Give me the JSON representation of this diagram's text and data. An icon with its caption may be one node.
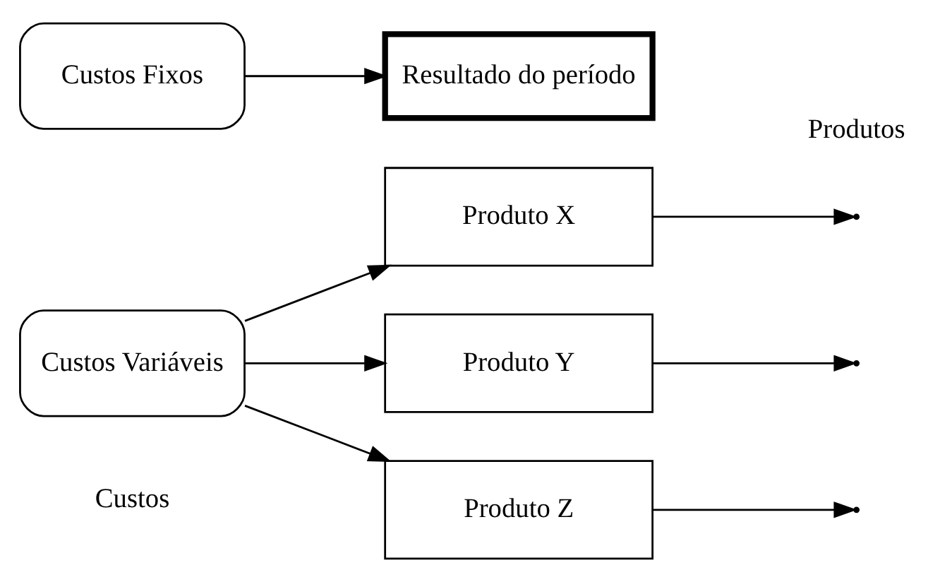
{
  "diagram": {
    "nodes": [
      {
        "text": [
          "Custos Variáveis"
        ]
      },
      {
        "text": [
          "Produto X"
        ]
      },
      {
        "text": [
          "Produto Y"
        ]
      },
      {
        "text": [
          "Produto Z"
        ]
      },
      {
        "text": [
          "Custos Fixos"
        ]
      },
      {
        "text": [
          "Resultado do período"
        ]
      }
    ],
    "edges": [
      {
        "from": 0,
        "to": 1,
        "arrow": "to"
      },
      {
        "from": 0,
        "to": 2,
        "arrow": "to"
      },
      {
        "from": 0,
        "to": 3,
        "arrow": "to"
      },
      {
        "from": 1,
        "to": null,
        "arrow": "to"
      },
      {
        "from": 2,
        "to": null,
        "arrow": "to"
      },
      {
        "from": 3,
        "to": null,
        "arrow": "to"
      },
      {
        "from": 4,
        "to": 5,
        "arrow": "to"
      }
    ],
    "labels": [
      "Custos",
      "Produtos"
    ]
  }
}
